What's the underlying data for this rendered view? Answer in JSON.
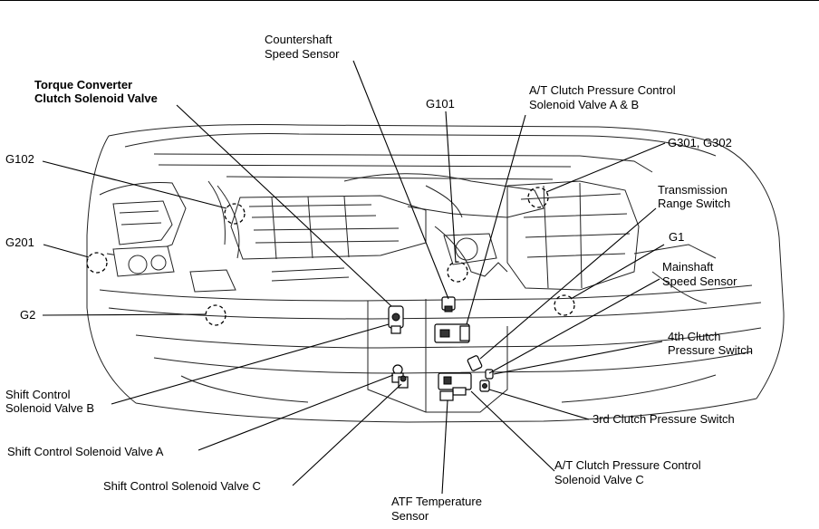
{
  "labels": {
    "countershaft": [
      "Countershaft",
      "Speed Sensor"
    ],
    "torque_converter": [
      "Torque Converter",
      "Clutch Solenoid Valve"
    ],
    "g101": "G101",
    "at_clutch_ab": [
      "A/T Clutch Pressure Control",
      "Solenoid Valve A & B"
    ],
    "g301_g302": "G301, G302",
    "g102": "G102",
    "transmission_range": [
      "Transmission",
      "Range Switch"
    ],
    "g201": "G201",
    "g1": "G1",
    "mainshaft": [
      "Mainshaft",
      "Speed Sensor"
    ],
    "g2": "G2",
    "clutch4": [
      "4th Clutch",
      "Pressure Switch"
    ],
    "shift_b": [
      "Shift Control",
      "Solenoid Valve B"
    ],
    "clutch3": "3rd Clutch Pressure Switch",
    "shift_a": "Shift Control Solenoid Valve A",
    "at_clutch_c": [
      "A/T Clutch Pressure Control",
      "Solenoid Valve C"
    ],
    "shift_c": "Shift Control Solenoid Valve C",
    "atf_temp": [
      "ATF Temperature",
      "Sensor"
    ]
  }
}
